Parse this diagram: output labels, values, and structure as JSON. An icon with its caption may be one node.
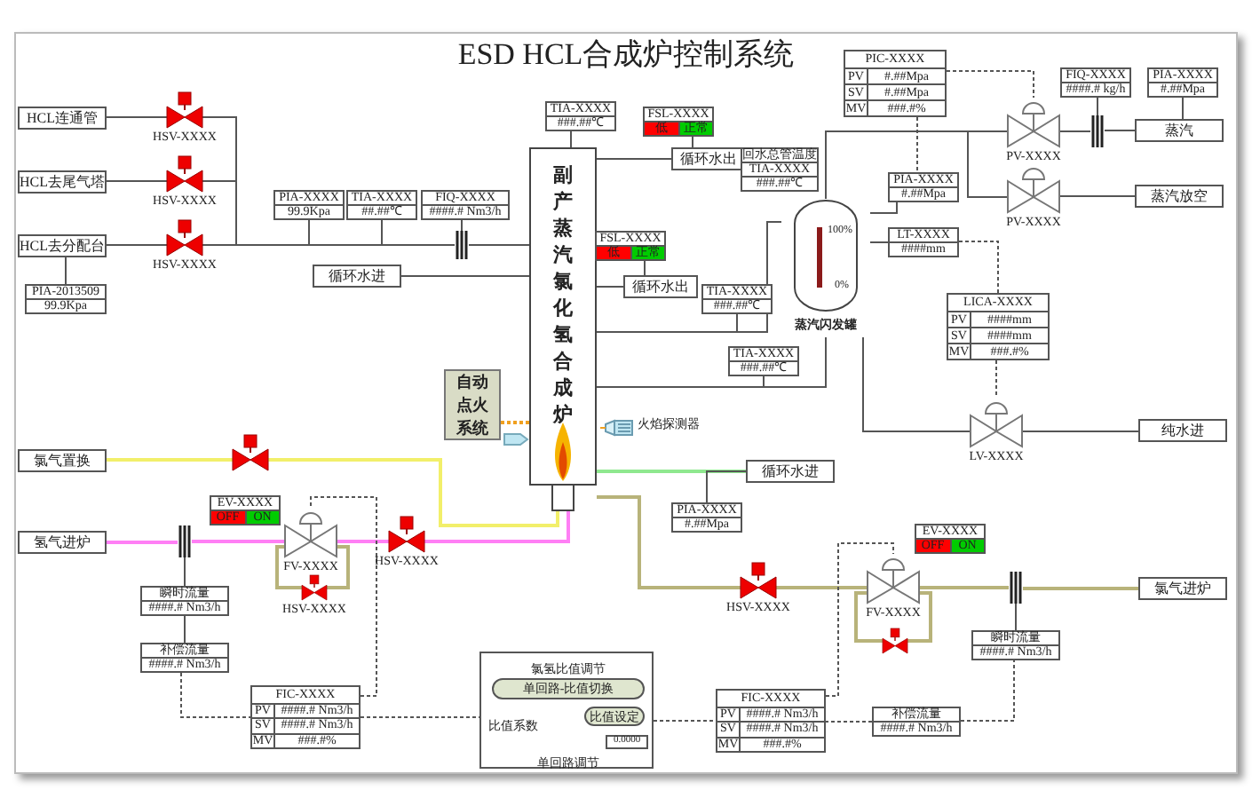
{
  "diagram": {
    "title": "ESD HCL合成炉控制系统",
    "nodes": [
      {
        "text": [
          "HCL连通管"
        ]
      },
      {
        "text": [
          "HCL去尾气塔"
        ]
      },
      {
        "text": [
          "HCL去分配台"
        ]
      },
      {
        "text": [
          "PIA-2013509",
          "99.9Kpa"
        ]
      },
      {
        "text": [],
        "shape": "valve",
        "beside": [
          "HSV-XXXX"
        ]
      },
      {
        "text": [],
        "shape": "valve",
        "beside": [
          "HSV-XXXX"
        ]
      },
      {
        "text": [],
        "shape": "valve",
        "beside": [
          "HSV-XXXX"
        ]
      },
      {
        "text": [
          "PIA-XXXX",
          "99.9Kpa"
        ]
      },
      {
        "text": [
          "TIA-XXXX",
          "##.##℃"
        ]
      },
      {
        "text": [
          "FIQ-XXXX",
          "####.# Nm3/h"
        ]
      },
      {
        "text": [],
        "shape": "bar"
      },
      {
        "text": [
          "副产蒸汽氯化氢合成炉"
        ]
      },
      {
        "text": [
          "循环水进"
        ]
      },
      {
        "text": [
          "TIA-XXXX",
          "###.##℃"
        ]
      },
      {
        "text": [
          "FSL-XXXX",
          "低",
          "正常"
        ]
      },
      {
        "text": [
          "循环水出"
        ]
      },
      {
        "text": [
          "FSL-XXXX",
          "低",
          "正常"
        ]
      },
      {
        "text": [
          "循环水出"
        ]
      },
      {
        "text": [
          "回水总管温度",
          "TIA-XXXX",
          "###.##℃"
        ]
      },
      {
        "text": [
          "TIA-XXXX",
          "###.##℃"
        ]
      },
      {
        "text": [
          "TIA-XXXX",
          "###.##℃"
        ]
      },
      {
        "text": [
          "蒸汽闪发罐"
        ]
      },
      {
        "text": [
          "PIC-XXXX",
          "PV",
          "#.##Mpa",
          "SV",
          "#.##Mpa",
          "MV",
          "###.#%"
        ]
      },
      {
        "text": [
          "PIA-XXXX",
          "#.##Mpa"
        ]
      },
      {
        "text": [
          "LT-XXXX",
          "####mm"
        ]
      },
      {
        "text": [],
        "shape": "valve",
        "beside": [
          "PV-XXXX"
        ]
      },
      {
        "text": [],
        "shape": "valve",
        "beside": [
          "PV-XXXX"
        ]
      },
      {
        "text": [],
        "shape": "bar"
      },
      {
        "text": [
          "FIQ-XXXX",
          "####.# kg/h"
        ]
      },
      {
        "text": [
          "PIA-XXXX",
          "#.##Mpa"
        ]
      },
      {
        "text": [
          "蒸汽"
        ]
      },
      {
        "text": [
          "蒸汽放空"
        ]
      },
      {
        "text": [
          "LICA-XXXX",
          "PV",
          "####mm",
          "SV",
          "####mm",
          "MV",
          "###.#%"
        ]
      },
      {
        "text": [],
        "shape": "valve",
        "beside": [
          "LV-XXXX"
        ]
      },
      {
        "text": [
          "纯水进"
        ]
      },
      {
        "text": [
          "自动点火系统"
        ]
      },
      {
        "text": [],
        "shape": "picture",
        "beside": [
          "火焰探测器"
        ]
      },
      {
        "text": [
          "循环水进"
        ]
      },
      {
        "text": [
          "PIA-XXXX",
          "#.##Mpa"
        ]
      },
      {
        "text": [
          "氯气置换"
        ]
      },
      {
        "text": [],
        "shape": "valve"
      },
      {
        "text": [
          "氢气进炉"
        ]
      },
      {
        "text": [],
        "shape": "bar"
      },
      {
        "text": [
          "EV-XXXX",
          "OFF",
          "ON"
        ]
      },
      {
        "text": [],
        "shape": "valve",
        "beside": [
          "FV-XXXX"
        ]
      },
      {
        "text": [],
        "shape": "valve",
        "beside": [
          "HSV-XXXX"
        ]
      },
      {
        "text": [],
        "shape": "valve",
        "beside": [
          "HSV-XXXX"
        ]
      },
      {
        "text": [
          "瞬时流量",
          "####.# Nm3/h"
        ]
      },
      {
        "text": [
          "补偿流量",
          "####.# Nm3/h"
        ]
      },
      {
        "text": [
          "FIC-XXXX",
          "PV",
          "####.# Nm3/h",
          "SV",
          "####.# Nm3/h",
          "MV",
          "###.#%"
        ]
      },
      {
        "text": [
          "氯氢比值调节",
          "比值系数",
          "单回路调节"
        ]
      },
      {
        "text": [
          "单回路-比值切换"
        ],
        "in": 50
      },
      {
        "text": [
          "比值设定"
        ],
        "in": 50
      },
      {
        "text": [
          "0.0000"
        ],
        "in": 50
      },
      {
        "text": [],
        "shape": "valve",
        "beside": [
          "HSV-XXXX"
        ]
      },
      {
        "text": [],
        "shape": "valve",
        "beside": [
          "FV-XXXX"
        ]
      },
      {
        "text": [
          "EV-XXXX",
          "OFF",
          "ON"
        ]
      },
      {
        "text": [],
        "shape": "valve"
      },
      {
        "text": [],
        "shape": "bar"
      },
      {
        "text": [
          "氯气进炉"
        ]
      },
      {
        "text": [
          "瞬时流量",
          "####.# Nm3/h"
        ]
      },
      {
        "text": [
          "补偿流量",
          "####.# Nm3/h"
        ]
      },
      {
        "text": [
          "FIC-XXXX",
          "PV",
          "####.# Nm3/h",
          "SV",
          "####.# Nm3/h",
          "MV",
          "###.#%"
        ]
      }
    ],
    "edges": [
      {
        "from": 4,
        "to": 0,
        "arrow": "none"
      },
      {
        "from": 5,
        "to": 1,
        "arrow": "none"
      },
      {
        "from": 6,
        "to": 2,
        "arrow": "none"
      },
      {
        "from": 10,
        "to": 4,
        "arrow": "none"
      },
      {
        "from": 10,
        "to": 5,
        "arrow": "none"
      },
      {
        "from": 10,
        "to": 6,
        "arrow": "none"
      },
      {
        "from": 11,
        "to": 10,
        "arrow": "none"
      },
      {
        "from": 7,
        "to": 10,
        "arrow": "none"
      },
      {
        "from": 8,
        "to": 10,
        "arrow": "none"
      },
      {
        "from": 9,
        "to": 10,
        "arrow": "none"
      },
      {
        "from": 3,
        "to": 2,
        "arrow": "none"
      },
      {
        "from": 12,
        "to": 11,
        "arrow": "none"
      },
      {
        "from": 13,
        "to": 11,
        "arrow": "none"
      },
      {
        "from": 11,
        "to": 15,
        "arrow": "none"
      },
      {
        "from": 14,
        "to": 15,
        "arrow": "none"
      },
      {
        "from": 11,
        "to": 17,
        "arrow": "none"
      },
      {
        "from": 16,
        "to": 17,
        "arrow": "none"
      },
      {
        "from": 11,
        "to": 21,
        "arrow": "none"
      },
      {
        "from": 19,
        "to": 21,
        "arrow": "none"
      },
      {
        "from": 11,
        "to": 21,
        "arrow": "none"
      },
      {
        "from": 20,
        "to": 21,
        "arrow": "none"
      },
      {
        "from": 21,
        "to": 33,
        "arrow": "none"
      },
      {
        "from": 33,
        "to": 34,
        "arrow": "none"
      },
      {
        "from": 21,
        "to": 25,
        "arrow": "none"
      },
      {
        "from": 21,
        "to": 26,
        "arrow": "none"
      },
      {
        "from": 25,
        "to": 27,
        "arrow": "none"
      },
      {
        "from": 27,
        "to": 30,
        "arrow": "none"
      },
      {
        "from": 28,
        "to": 27,
        "arrow": "none"
      },
      {
        "from": 29,
        "to": 30,
        "arrow": "none"
      },
      {
        "from": 26,
        "to": 31,
        "arrow": "none"
      },
      {
        "from": 22,
        "to": 25,
        "arrow": "none",
        "style": "dashed"
      },
      {
        "from": 22,
        "to": 23,
        "arrow": "none",
        "style": "dashed"
      },
      {
        "from": 23,
        "to": 21,
        "arrow": "none"
      },
      {
        "from": 24,
        "to": 21,
        "arrow": "none"
      },
      {
        "from": 24,
        "to": 32,
        "arrow": "none",
        "style": "dashed"
      },
      {
        "from": 32,
        "to": 33,
        "arrow": "none",
        "style": "dashed"
      },
      {
        "from": 35,
        "to": 11,
        "arrow": "none",
        "style": "dashed",
        "color": "#f0a020"
      },
      {
        "from": 39,
        "to": 40,
        "arrow": "none",
        "color": "#f2ef6a"
      },
      {
        "from": 40,
        "to": 11,
        "arrow": "none",
        "color": "#f2ef6a"
      },
      {
        "from": 41,
        "to": 42,
        "arrow": "none",
        "color": "#ff7ff5"
      },
      {
        "from": 42,
        "to": 44,
        "arrow": "none",
        "color": "#ff7ff5"
      },
      {
        "from": 44,
        "to": 46,
        "arrow": "none",
        "color": "#ff7ff5"
      },
      {
        "from": 46,
        "to": 11,
        "arrow": "none",
        "color": "#ff7ff5"
      },
      {
        "from": 45,
        "to": 44,
        "arrow": "none",
        "color": "#b8b37a"
      },
      {
        "from": 45,
        "to": 44,
        "arrow": "none",
        "color": "#b8b37a"
      },
      {
        "from": 47,
        "to": 42,
        "arrow": "none"
      },
      {
        "from": 48,
        "to": 47,
        "arrow": "none"
      },
      {
        "from": 48,
        "to": 49,
        "arrow": "none",
        "style": "dashed"
      },
      {
        "from": 49,
        "to": 44,
        "arrow": "none",
        "style": "dashed"
      },
      {
        "from": 49,
        "to": 50,
        "arrow": "none",
        "style": "dashed"
      },
      {
        "from": 50,
        "to": 62,
        "arrow": "none",
        "style": "dashed"
      },
      {
        "from": 11,
        "to": 54,
        "arrow": "none",
        "color": "#b8b37a"
      },
      {
        "from": 54,
        "to": 55,
        "arrow": "none",
        "color": "#b8b37a"
      },
      {
        "from": 55,
        "to": 58,
        "arrow": "none",
        "color": "#b8b37a"
      },
      {
        "from": 58,
        "to": 59,
        "arrow": "none",
        "color": "#b8b37a"
      },
      {
        "from": 57,
        "to": 55,
        "arrow": "none",
        "color": "#b8b37a"
      },
      {
        "from": 57,
        "to": 55,
        "arrow": "none",
        "color": "#b8b37a"
      },
      {
        "from": 62,
        "to": 55,
        "arrow": "none",
        "style": "dashed"
      },
      {
        "from": 60,
        "to": 58,
        "arrow": "none"
      },
      {
        "from": 61,
        "to": 60,
        "arrow": "none",
        "style": "dashed"
      },
      {
        "from": 61,
        "to": 62,
        "arrow": "none",
        "style": "dashed"
      },
      {
        "from": 37,
        "to": 11,
        "arrow": "none",
        "color": "#8fe88f"
      },
      {
        "from": 38,
        "to": 37,
        "arrow": "none"
      }
    ],
    "labels": [
      "100%",
      "0%"
    ]
  }
}
